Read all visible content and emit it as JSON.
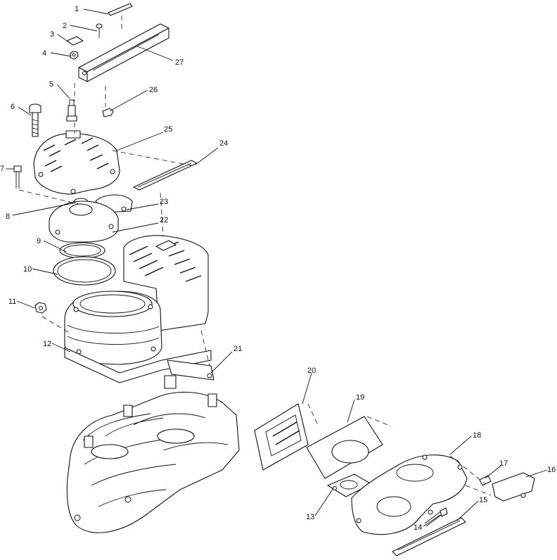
{
  "diagram": {
    "type": "exploded-parts-diagram",
    "callouts": [
      {
        "id": "c1",
        "text": "1"
      },
      {
        "id": "c2",
        "text": "2"
      },
      {
        "id": "c3",
        "text": "3"
      },
      {
        "id": "c4",
        "text": "4"
      },
      {
        "id": "c5",
        "text": "5"
      },
      {
        "id": "c6",
        "text": "6"
      },
      {
        "id": "c7",
        "text": "7"
      },
      {
        "id": "c8",
        "text": "8"
      },
      {
        "id": "c9",
        "text": "9"
      },
      {
        "id": "c10",
        "text": "10"
      },
      {
        "id": "c11",
        "text": "11"
      },
      {
        "id": "c12",
        "text": "12"
      },
      {
        "id": "c13",
        "text": "13"
      },
      {
        "id": "c14",
        "text": "14"
      },
      {
        "id": "c15",
        "text": "15"
      },
      {
        "id": "c16",
        "text": "16"
      },
      {
        "id": "c17",
        "text": "17"
      },
      {
        "id": "c18",
        "text": "18"
      },
      {
        "id": "c19",
        "text": "19"
      },
      {
        "id": "c20",
        "text": "20"
      },
      {
        "id": "c21",
        "text": "21"
      },
      {
        "id": "c22",
        "text": "22"
      },
      {
        "id": "c23",
        "text": "23"
      },
      {
        "id": "c24",
        "text": "24"
      },
      {
        "id": "c25",
        "text": "25"
      },
      {
        "id": "c26",
        "text": "26"
      },
      {
        "id": "c27",
        "text": "27"
      }
    ]
  }
}
